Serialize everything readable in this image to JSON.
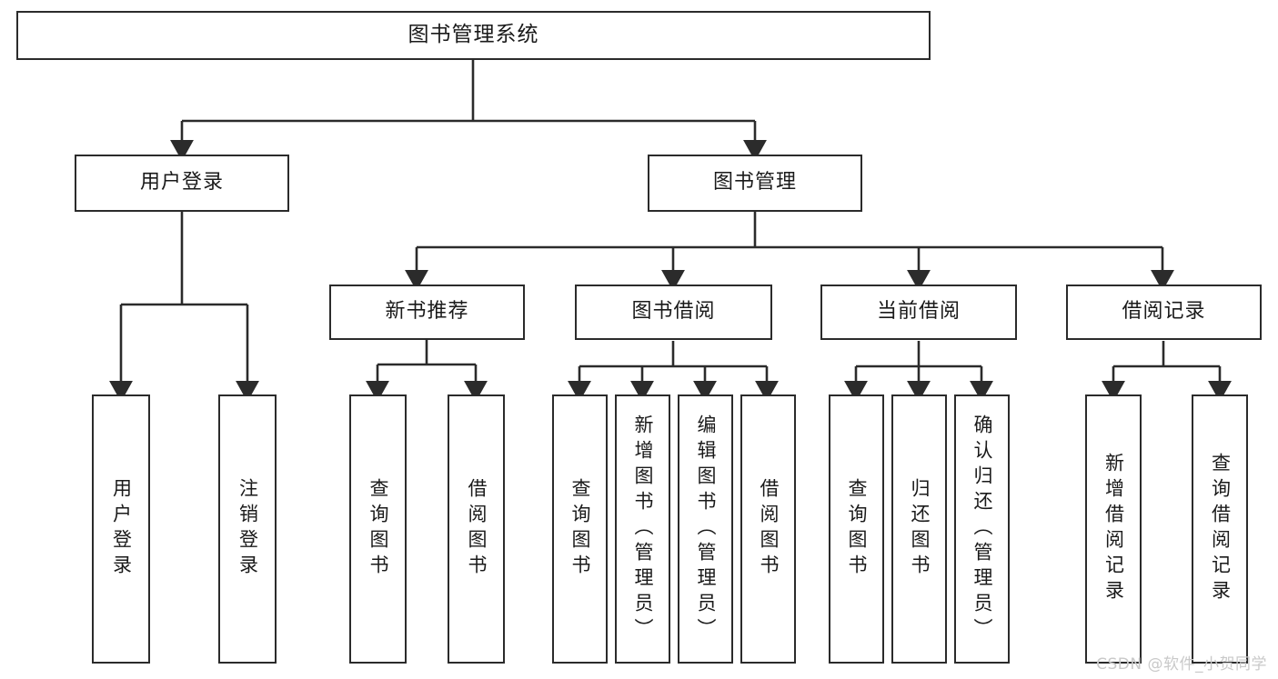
{
  "diagram": {
    "title": "图书管理系统",
    "type": "tree-hierarchy",
    "background_color": "#ffffff",
    "line_color": "#2b2b2b",
    "text_color": "#1a1a1a"
  },
  "root": {
    "label": "图书管理系统"
  },
  "level2": [
    {
      "label": "用户登录"
    },
    {
      "label": "图书管理"
    }
  ],
  "level3": [
    {
      "label": "新书推荐"
    },
    {
      "label": "图书借阅"
    },
    {
      "label": "当前借阅"
    },
    {
      "label": "借阅记录"
    }
  ],
  "leaves": {
    "user_login": [
      {
        "label": "用户登录"
      },
      {
        "label": "注销登录"
      }
    ],
    "new_book_recommend": [
      {
        "label": "查询图书"
      },
      {
        "label": "借阅图书"
      }
    ],
    "book_borrow": [
      {
        "label": "查询图书"
      },
      {
        "label": "新增图书（管理员）"
      },
      {
        "label": "编辑图书（管理员）"
      },
      {
        "label": "借阅图书"
      }
    ],
    "current_borrow": [
      {
        "label": "查询图书"
      },
      {
        "label": "归还图书"
      },
      {
        "label": "确认归还（管理员）"
      }
    ],
    "borrow_record": [
      {
        "label": "新增借阅记录"
      },
      {
        "label": "查询借阅记录"
      }
    ]
  },
  "watermark": {
    "text": "CSDN @软件_小贺同学"
  }
}
